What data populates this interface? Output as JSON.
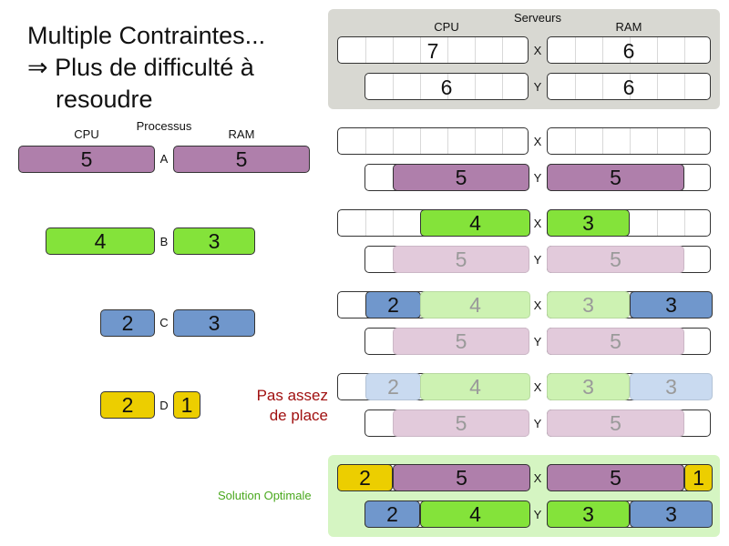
{
  "title": {
    "line1": "Multiple Contraintes...",
    "line2": "⇒ Plus de difficulté à",
    "line3": "resoudre"
  },
  "processes": {
    "heading": "Processus",
    "cpu_label": "CPU",
    "ram_label": "RAM",
    "items": [
      {
        "letter": "A",
        "cpu": "5",
        "ram": "5",
        "color": "#af7fab"
      },
      {
        "letter": "B",
        "cpu": "4",
        "ram": "3",
        "color": "#84e33a"
      },
      {
        "letter": "C",
        "cpu": "2",
        "ram": "3",
        "color": "#7097cc"
      },
      {
        "letter": "D",
        "cpu": "2",
        "ram": "1",
        "color": "#ecce00"
      }
    ]
  },
  "servers": {
    "heading": "Serveurs",
    "cpu_label": "CPU",
    "ram_label": "RAM",
    "x_label": "X",
    "y_label": "Y",
    "x_cpu": "7",
    "x_ram": "6",
    "y_cpu": "6",
    "y_ram": "6"
  },
  "rows": {
    "step_labels": [
      "X",
      "Y"
    ],
    "a": {
      "y_cpu": "5",
      "y_ram": "5"
    },
    "b": {
      "x_cpu": "4",
      "x_ram": "3",
      "y_cpu": "5",
      "y_ram": "5"
    },
    "c": {
      "x_cpu_c": "2",
      "x_cpu_b": "4",
      "x_ram_b": "3",
      "x_ram_c": "3",
      "y_cpu": "5",
      "y_ram": "5"
    },
    "d": {
      "x_cpu_c": "2",
      "x_cpu_b": "4",
      "x_ram_b": "3",
      "x_ram_c": "3",
      "y_cpu": "5",
      "y_ram": "5"
    },
    "optimal": {
      "x_cpu_d": "2",
      "x_cpu_a": "5",
      "x_ram_a": "5",
      "x_ram_d": "1",
      "y_cpu_c": "2",
      "y_cpu_b": "4",
      "y_ram_b": "3",
      "y_ram_c": "3"
    }
  },
  "messages": {
    "no_space": "Pas assez de place",
    "no_space_l1": "Pas assez",
    "no_space_l2": "de place",
    "optimal": "Solution Optimale"
  },
  "colors": {
    "purple": "#af7fab",
    "green": "#84e33a",
    "blue": "#7097cc",
    "yellow": "#ecce00",
    "server_panel": "#d8d8d2",
    "optimal_panel": "#d5f5c2",
    "warning_text": "#a01010",
    "optimal_text": "#4aa81e"
  }
}
